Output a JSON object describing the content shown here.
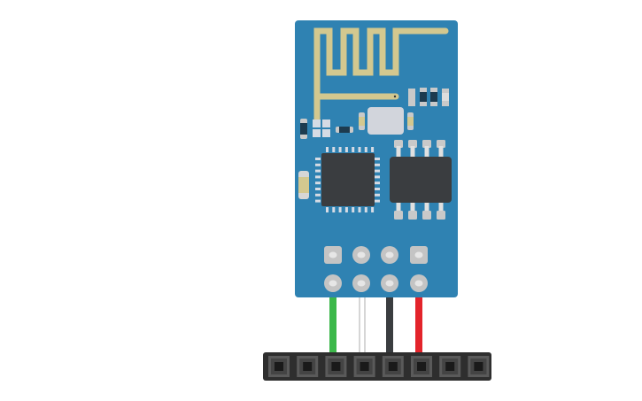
{
  "module": {
    "board_color": "#2f82b2",
    "antenna_color": "#d3c88f",
    "chip_color": "#3a3d40",
    "pin_pad_color": "#c4c4c4"
  },
  "wires": [
    {
      "name": "green",
      "color": "#3cb84a"
    },
    {
      "name": "white",
      "color": "#d6d6d6"
    },
    {
      "name": "black",
      "color": "#3a3d40"
    },
    {
      "name": "red",
      "color": "#e3242b"
    }
  ],
  "header": {
    "pin_count": 8,
    "color": "#2e2e2e"
  }
}
